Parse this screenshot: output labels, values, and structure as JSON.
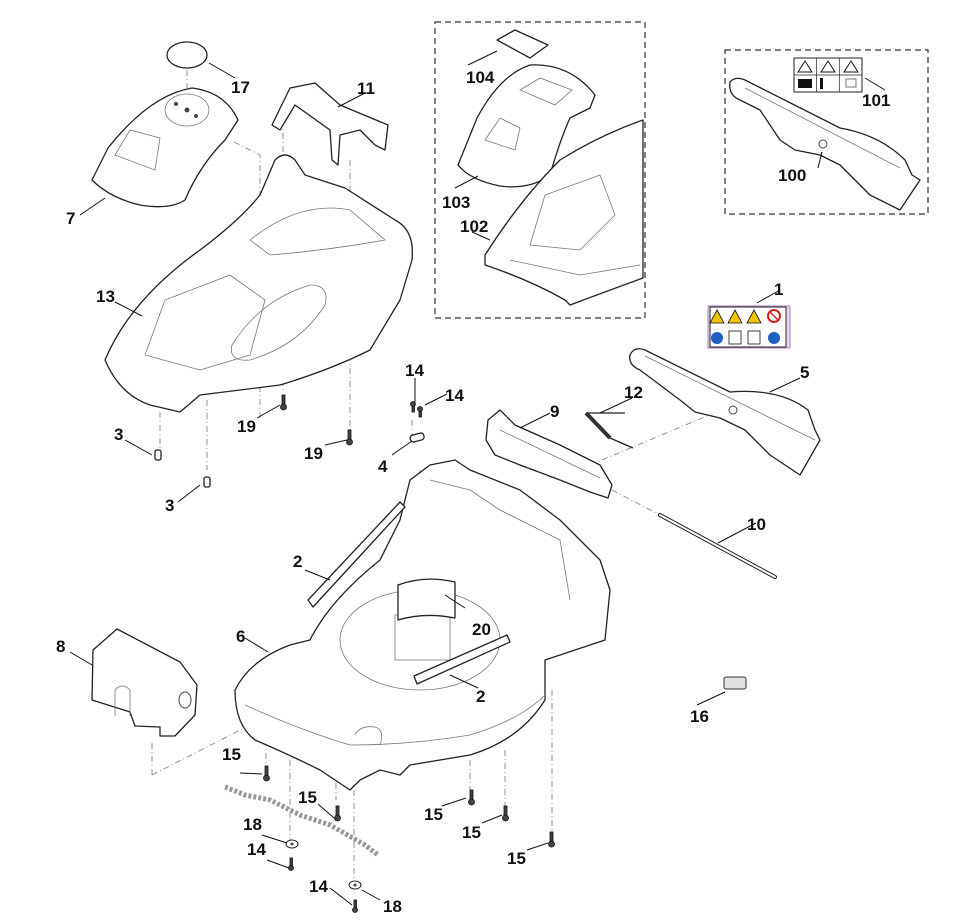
{
  "diagram": {
    "type": "exploded-parts-diagram",
    "subject": "Lawn mower housing and deck",
    "callouts": [
      {
        "id": "c1",
        "label": "1",
        "part": "warning-label-set"
      },
      {
        "id": "c2a",
        "label": "2",
        "part": "foam-strip"
      },
      {
        "id": "c2b",
        "label": "2",
        "part": "foam-strip"
      },
      {
        "id": "c3a",
        "label": "3",
        "part": "spacer"
      },
      {
        "id": "c3b",
        "label": "3",
        "part": "spacer"
      },
      {
        "id": "c4",
        "label": "4",
        "part": "clip"
      },
      {
        "id": "c5",
        "label": "5",
        "part": "rear-flap"
      },
      {
        "id": "c6",
        "label": "6",
        "part": "deck"
      },
      {
        "id": "c7",
        "label": "7",
        "part": "battery-cover"
      },
      {
        "id": "c8",
        "label": "8",
        "part": "front-cover"
      },
      {
        "id": "c9",
        "label": "9",
        "part": "flap-bracket"
      },
      {
        "id": "c10",
        "label": "10",
        "part": "axle-rod"
      },
      {
        "id": "c11",
        "label": "11",
        "part": "handle-bracket"
      },
      {
        "id": "c12",
        "label": "12",
        "part": "torsion-spring"
      },
      {
        "id": "c13",
        "label": "13",
        "part": "housing-top"
      },
      {
        "id": "c14a",
        "label": "14",
        "part": "screw"
      },
      {
        "id": "c14b",
        "label": "14",
        "part": "screw"
      },
      {
        "id": "c14c",
        "label": "14",
        "part": "screw"
      },
      {
        "id": "c14d",
        "label": "14",
        "part": "screw"
      },
      {
        "id": "c15a",
        "label": "15",
        "part": "screw"
      },
      {
        "id": "c15b",
        "label": "15",
        "part": "screw"
      },
      {
        "id": "c15c",
        "label": "15",
        "part": "screw"
      },
      {
        "id": "c15d",
        "label": "15",
        "part": "screw"
      },
      {
        "id": "c15e",
        "label": "15",
        "part": "screw"
      },
      {
        "id": "c16",
        "label": "16",
        "part": "rating-plate"
      },
      {
        "id": "c17",
        "label": "17",
        "part": "seal-disc"
      },
      {
        "id": "c18a",
        "label": "18",
        "part": "washer"
      },
      {
        "id": "c18b",
        "label": "18",
        "part": "washer"
      },
      {
        "id": "c19a",
        "label": "19",
        "part": "screw"
      },
      {
        "id": "c19b",
        "label": "19",
        "part": "screw"
      },
      {
        "id": "c20",
        "label": "20",
        "part": "baffle"
      },
      {
        "id": "c100",
        "label": "100",
        "part": "rear-flap-kit"
      },
      {
        "id": "c101",
        "label": "101",
        "part": "flap-label"
      },
      {
        "id": "c102",
        "label": "102",
        "part": "housing-kit"
      },
      {
        "id": "c103",
        "label": "103",
        "part": "cover-kit"
      },
      {
        "id": "c104",
        "label": "104",
        "part": "cover-label"
      }
    ],
    "label_1_icons": [
      "warning-triangle",
      "hand-hazard",
      "foot-hazard",
      "no-entry",
      "read-manual",
      "keep-distance",
      "remove-key",
      "ear-protection"
    ],
    "label_101_icons": [
      "warning-triangle",
      "hand-hazard",
      "thrown-object",
      "read-manual",
      "keep-distance",
      "remove-key"
    ],
    "colors": {
      "warning_yellow": "#f2c400",
      "mandatory_blue": "#1f5fbf",
      "prohibit_red": "#d42020",
      "label_border": "#b084c8"
    }
  }
}
